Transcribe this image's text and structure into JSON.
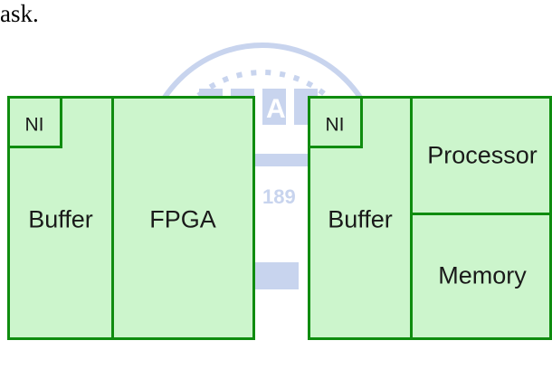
{
  "caption": "ask.",
  "watermark": {
    "letters": [
      "F",
      "S",
      "A"
    ],
    "year": "189"
  },
  "left_block": {
    "ni": "NI",
    "buffer": "Buffer",
    "fpga": "FPGA"
  },
  "right_block": {
    "ni": "NI",
    "buffer": "Buffer",
    "processor": "Processor",
    "memory": "Memory"
  },
  "colors": {
    "box_fill": "#ccf5cc",
    "box_border": "#0f8c0f",
    "watermark": "#c8d4ee"
  }
}
